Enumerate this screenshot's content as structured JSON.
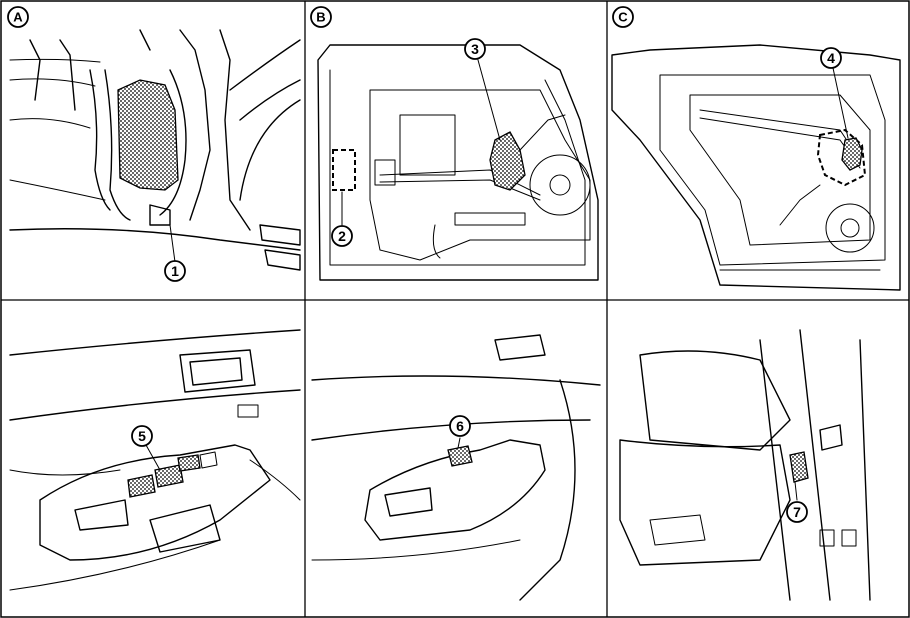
{
  "panels": [
    {
      "label": "A"
    },
    {
      "label": "B"
    },
    {
      "label": "C"
    },
    {
      "label": ""
    },
    {
      "label": ""
    },
    {
      "label": ""
    }
  ],
  "callouts": [
    "1",
    "2",
    "3",
    "4",
    "5",
    "6",
    "7"
  ]
}
